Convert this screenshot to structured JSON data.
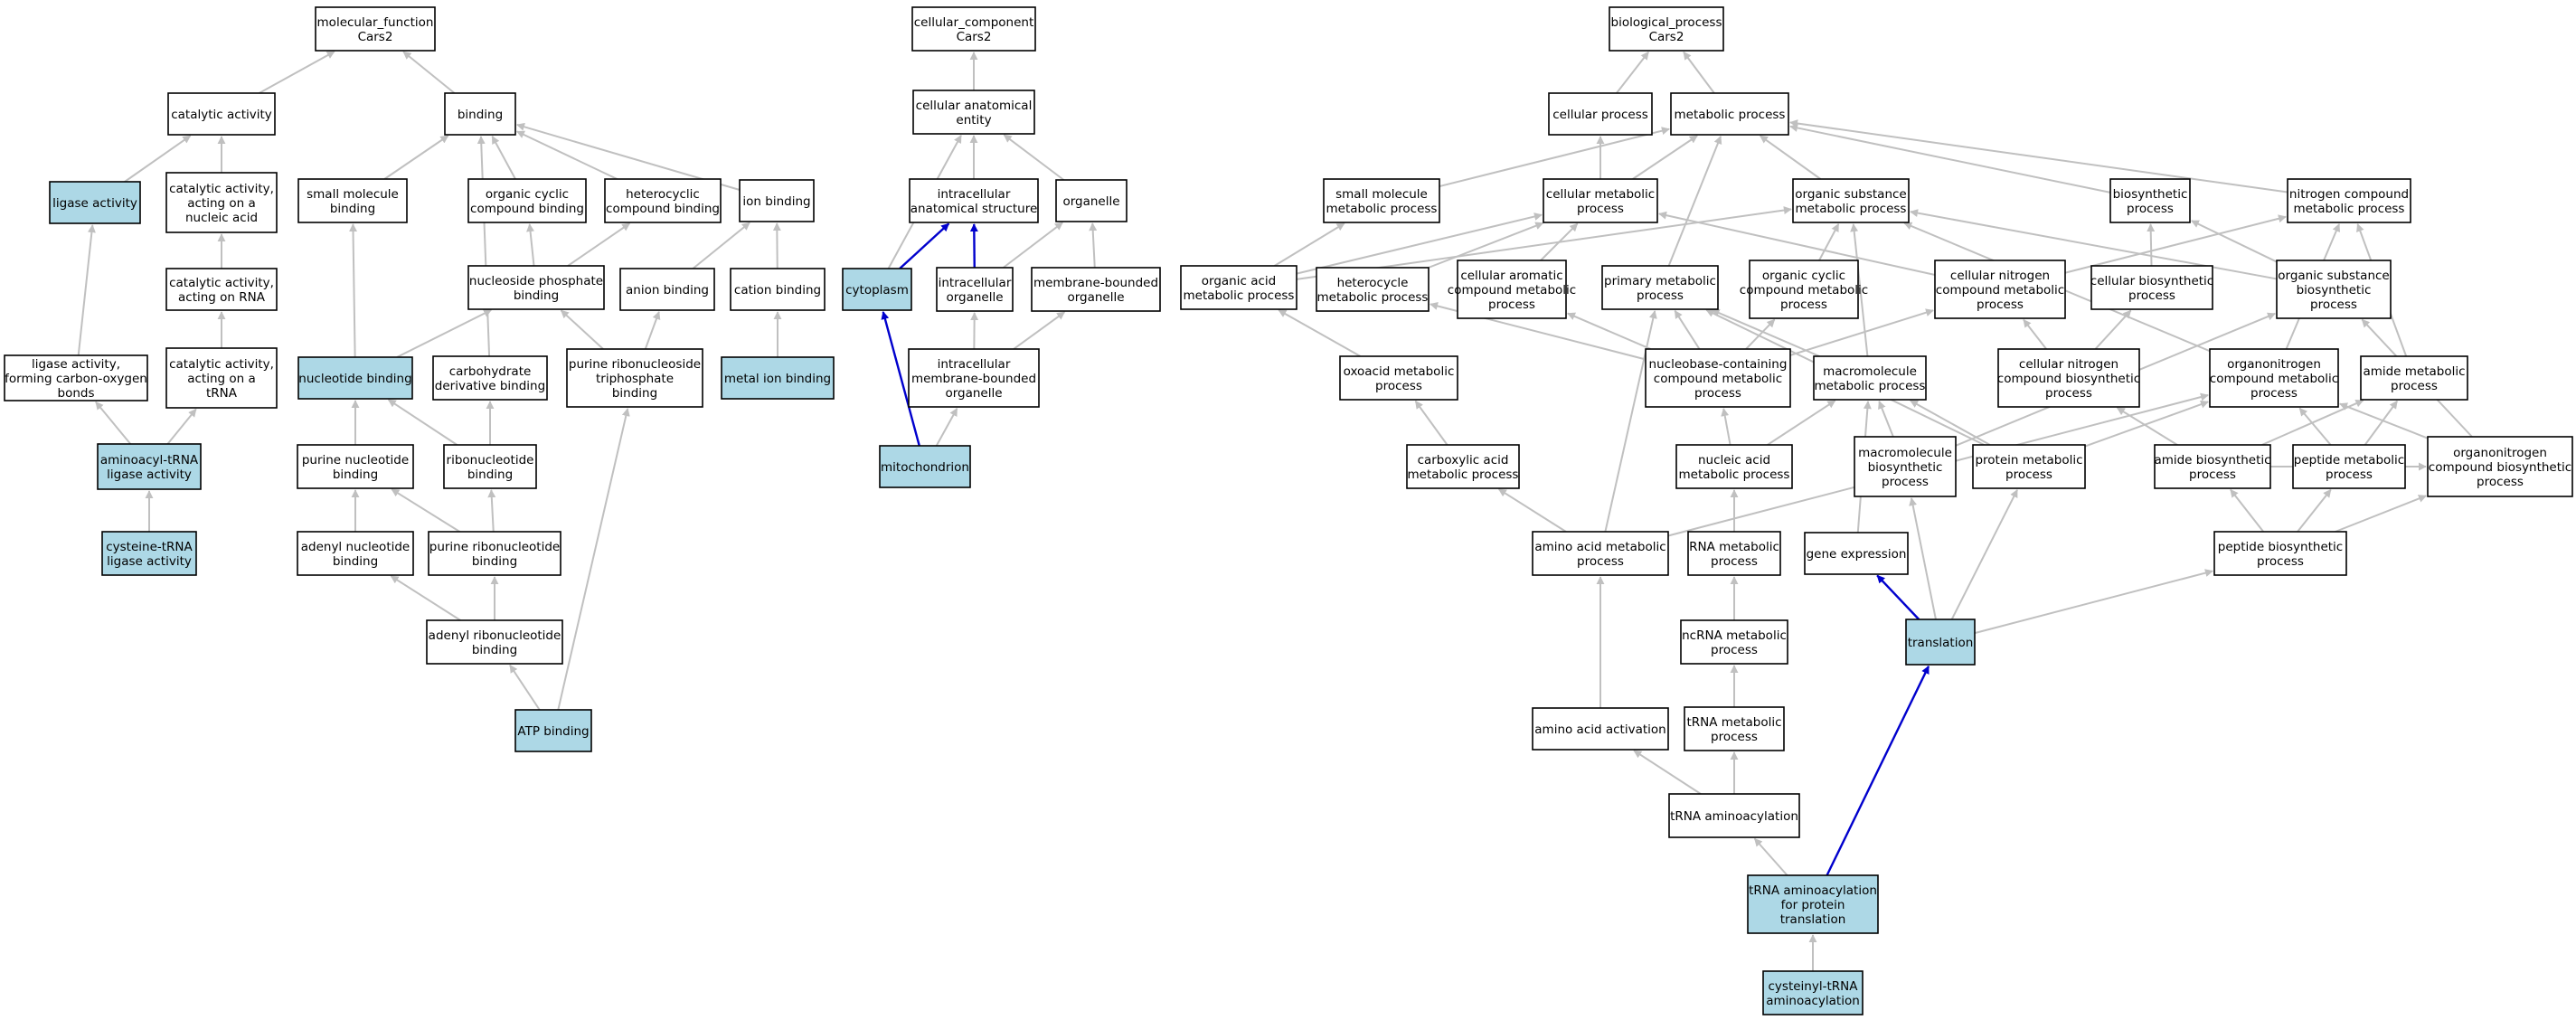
{
  "colors": {
    "highlight_fill": "#add8e6",
    "highlight_edge": "#0000cd",
    "edge": "#c0c0c0"
  },
  "nodes": [
    {
      "id": "mf",
      "lines": [
        "molecular_function",
        "Cars2"
      ]
    },
    {
      "id": "catalytic",
      "lines": [
        "catalytic activity"
      ]
    },
    {
      "id": "binding",
      "lines": [
        "binding"
      ]
    },
    {
      "id": "ligase",
      "lines": [
        "ligase activity"
      ],
      "hl": true
    },
    {
      "id": "cat_na",
      "lines": [
        "catalytic activity,",
        "acting on a",
        "nucleic acid"
      ]
    },
    {
      "id": "cat_rna",
      "lines": [
        "catalytic activity,",
        "acting on RNA"
      ]
    },
    {
      "id": "lig_co",
      "lines": [
        "ligase activity,",
        "forming carbon-oxygen",
        "bonds"
      ]
    },
    {
      "id": "cat_trna",
      "lines": [
        "catalytic activity,",
        "acting on a",
        "tRNA"
      ]
    },
    {
      "id": "aatrna",
      "lines": [
        "aminoacyl-tRNA",
        "ligase activity"
      ],
      "hl": true
    },
    {
      "id": "cystrna",
      "lines": [
        "cysteine-tRNA",
        "ligase activity"
      ],
      "hl": true
    },
    {
      "id": "smbind",
      "lines": [
        "small molecule",
        "binding"
      ]
    },
    {
      "id": "occb",
      "lines": [
        "organic cyclic",
        "compound binding"
      ]
    },
    {
      "id": "hcb",
      "lines": [
        "heterocyclic",
        "compound binding"
      ]
    },
    {
      "id": "ionbind",
      "lines": [
        "ion binding"
      ]
    },
    {
      "id": "nucphos",
      "lines": [
        "nucleoside phosphate",
        "binding"
      ]
    },
    {
      "id": "anion",
      "lines": [
        "anion binding"
      ]
    },
    {
      "id": "cation",
      "lines": [
        "cation binding"
      ]
    },
    {
      "id": "nucbind",
      "lines": [
        "nucleotide binding"
      ],
      "hl": true
    },
    {
      "id": "carbo",
      "lines": [
        "carbohydrate",
        "derivative binding"
      ]
    },
    {
      "id": "purribtri",
      "lines": [
        "purine ribonucleoside",
        "triphosphate",
        "binding"
      ]
    },
    {
      "id": "metalion",
      "lines": [
        "metal ion binding"
      ],
      "hl": true
    },
    {
      "id": "purnuc",
      "lines": [
        "purine nucleotide",
        "binding"
      ]
    },
    {
      "id": "ribonuc",
      "lines": [
        "ribonucleotide",
        "binding"
      ]
    },
    {
      "id": "adenyl",
      "lines": [
        "adenyl nucleotide",
        "binding"
      ]
    },
    {
      "id": "purribo",
      "lines": [
        "purine ribonucleotide",
        "binding"
      ]
    },
    {
      "id": "adenylribo",
      "lines": [
        "adenyl ribonucleotide",
        "binding"
      ]
    },
    {
      "id": "atp",
      "lines": [
        "ATP binding"
      ],
      "hl": true
    },
    {
      "id": "cc",
      "lines": [
        "cellular_component",
        "Cars2"
      ]
    },
    {
      "id": "cae",
      "lines": [
        "cellular anatomical",
        "entity"
      ]
    },
    {
      "id": "ias",
      "lines": [
        "intracellular",
        "anatomical structure"
      ]
    },
    {
      "id": "organelle",
      "lines": [
        "organelle"
      ]
    },
    {
      "id": "cytoplasm",
      "lines": [
        "cytoplasm"
      ],
      "hl": true
    },
    {
      "id": "intorg",
      "lines": [
        "intracellular",
        "organelle"
      ]
    },
    {
      "id": "mbo",
      "lines": [
        "membrane-bounded",
        "organelle"
      ]
    },
    {
      "id": "imbo",
      "lines": [
        "intracellular",
        "membrane-bounded",
        "organelle"
      ]
    },
    {
      "id": "mito",
      "lines": [
        "mitochondrion"
      ],
      "hl": true
    },
    {
      "id": "bp",
      "lines": [
        "biological_process",
        "Cars2"
      ]
    },
    {
      "id": "cellproc",
      "lines": [
        "cellular process"
      ]
    },
    {
      "id": "metproc",
      "lines": [
        "metabolic process"
      ]
    },
    {
      "id": "smmp",
      "lines": [
        "small molecule",
        "metabolic process"
      ]
    },
    {
      "id": "cmp",
      "lines": [
        "cellular metabolic",
        "process"
      ]
    },
    {
      "id": "osmp",
      "lines": [
        "organic substance",
        "metabolic process"
      ]
    },
    {
      "id": "biosyn",
      "lines": [
        "biosynthetic",
        "process"
      ]
    },
    {
      "id": "ncmp",
      "lines": [
        "nitrogen compound",
        "metabolic process"
      ]
    },
    {
      "id": "oamp",
      "lines": [
        "organic acid",
        "metabolic process"
      ]
    },
    {
      "id": "hetmp",
      "lines": [
        "heterocycle",
        "metabolic process"
      ]
    },
    {
      "id": "camp",
      "lines": [
        "cellular aromatic",
        "compound metabolic",
        "process"
      ]
    },
    {
      "id": "pmp",
      "lines": [
        "primary metabolic",
        "process"
      ]
    },
    {
      "id": "occmp",
      "lines": [
        "organic cyclic",
        "compound metabolic",
        "process"
      ]
    },
    {
      "id": "cncmp",
      "lines": [
        "cellular nitrogen",
        "compound metabolic",
        "process"
      ]
    },
    {
      "id": "cbp",
      "lines": [
        "cellular biosynthetic",
        "process"
      ]
    },
    {
      "id": "osbp",
      "lines": [
        "organic substance",
        "biosynthetic",
        "process"
      ]
    },
    {
      "id": "oxomp",
      "lines": [
        "oxoacid metabolic",
        "process"
      ]
    },
    {
      "id": "nbcmp",
      "lines": [
        "nucleobase-containing",
        "compound metabolic",
        "process"
      ]
    },
    {
      "id": "macromp",
      "lines": [
        "macromolecule",
        "metabolic process"
      ]
    },
    {
      "id": "cncbp",
      "lines": [
        "cellular nitrogen",
        "compound biosynthetic",
        "process"
      ]
    },
    {
      "id": "orgnmp",
      "lines": [
        "organonitrogen",
        "compound metabolic",
        "process"
      ]
    },
    {
      "id": "amidemp",
      "lines": [
        "amide metabolic",
        "process"
      ]
    },
    {
      "id": "carbmp",
      "lines": [
        "carboxylic acid",
        "metabolic process"
      ]
    },
    {
      "id": "namp",
      "lines": [
        "nucleic acid",
        "metabolic process"
      ]
    },
    {
      "id": "macrobp",
      "lines": [
        "macromolecule",
        "biosynthetic",
        "process"
      ]
    },
    {
      "id": "protmp",
      "lines": [
        "protein metabolic",
        "process"
      ]
    },
    {
      "id": "amidebp",
      "lines": [
        "amide biosynthetic",
        "process"
      ]
    },
    {
      "id": "pepmp",
      "lines": [
        "peptide metabolic",
        "process"
      ]
    },
    {
      "id": "orgnbp",
      "lines": [
        "organonitrogen",
        "compound biosynthetic",
        "process"
      ]
    },
    {
      "id": "aamp",
      "lines": [
        "amino acid metabolic",
        "process"
      ]
    },
    {
      "id": "rnamp",
      "lines": [
        "RNA metabolic",
        "process"
      ]
    },
    {
      "id": "geneexp",
      "lines": [
        "gene expression"
      ]
    },
    {
      "id": "pepbp",
      "lines": [
        "peptide biosynthetic",
        "process"
      ]
    },
    {
      "id": "translation",
      "lines": [
        "translation"
      ],
      "hl": true
    },
    {
      "id": "ncrnamp",
      "lines": [
        "ncRNA metabolic",
        "process"
      ]
    },
    {
      "id": "aaact",
      "lines": [
        "amino acid activation"
      ]
    },
    {
      "id": "trnamp",
      "lines": [
        "tRNA metabolic",
        "process"
      ]
    },
    {
      "id": "trnaaa",
      "lines": [
        "tRNA aminoacylation"
      ]
    },
    {
      "id": "trnaaaprot",
      "lines": [
        "tRNA aminoacylation",
        "for protein",
        "translation"
      ],
      "hl": true
    },
    {
      "id": "cystaa",
      "lines": [
        "cysteinyl-tRNA",
        "aminoacylation"
      ],
      "hl": true
    }
  ],
  "edges": [
    [
      "catalytic",
      "mf"
    ],
    [
      "binding",
      "mf"
    ],
    [
      "ligase",
      "catalytic"
    ],
    [
      "cat_na",
      "catalytic"
    ],
    [
      "cat_rna",
      "cat_na"
    ],
    [
      "cat_trna",
      "cat_rna"
    ],
    [
      "lig_co",
      "ligase"
    ],
    [
      "aatrna",
      "lig_co"
    ],
    [
      "aatrna",
      "cat_trna"
    ],
    [
      "cystrna",
      "aatrna"
    ],
    [
      "smbind",
      "binding"
    ],
    [
      "occb",
      "binding"
    ],
    [
      "hcb",
      "binding"
    ],
    [
      "ionbind",
      "binding"
    ],
    [
      "nucphos",
      "occb"
    ],
    [
      "nucphos",
      "hcb"
    ],
    [
      "anion",
      "ionbind"
    ],
    [
      "cation",
      "ionbind"
    ],
    [
      "metalion",
      "cation"
    ],
    [
      "nucbind",
      "smbind"
    ],
    [
      "nucbind",
      "nucphos"
    ],
    [
      "carbo",
      "binding"
    ],
    [
      "purribtri",
      "anion"
    ],
    [
      "purribtri",
      "nucphos"
    ],
    [
      "purnuc",
      "nucbind"
    ],
    [
      "ribonuc",
      "nucbind"
    ],
    [
      "ribonuc",
      "carbo"
    ],
    [
      "adenyl",
      "purnuc"
    ],
    [
      "purribo",
      "purnuc"
    ],
    [
      "purribo",
      "ribonuc"
    ],
    [
      "adenylribo",
      "adenyl"
    ],
    [
      "adenylribo",
      "purribo"
    ],
    [
      "atp",
      "adenylribo"
    ],
    [
      "atp",
      "purribtri"
    ],
    [
      "cae",
      "cc"
    ],
    [
      "ias",
      "cae"
    ],
    [
      "organelle",
      "cae"
    ],
    [
      "cytoplasm",
      "cae"
    ],
    [
      "cytoplasm",
      "ias",
      1
    ],
    [
      "intorg",
      "ias",
      1
    ],
    [
      "intorg",
      "organelle"
    ],
    [
      "mbo",
      "organelle"
    ],
    [
      "imbo",
      "intorg"
    ],
    [
      "imbo",
      "mbo"
    ],
    [
      "mito",
      "cytoplasm",
      1
    ],
    [
      "mito",
      "imbo"
    ],
    [
      "cellproc",
      "bp"
    ],
    [
      "metproc",
      "bp"
    ],
    [
      "smmp",
      "metproc"
    ],
    [
      "cmp",
      "cellproc"
    ],
    [
      "cmp",
      "metproc"
    ],
    [
      "osmp",
      "metproc"
    ],
    [
      "biosyn",
      "metproc"
    ],
    [
      "ncmp",
      "metproc"
    ],
    [
      "oamp",
      "smmp"
    ],
    [
      "oamp",
      "cmp"
    ],
    [
      "oamp",
      "osmp"
    ],
    [
      "hetmp",
      "cmp"
    ],
    [
      "camp",
      "cmp"
    ],
    [
      "pmp",
      "metproc"
    ],
    [
      "occmp",
      "osmp"
    ],
    [
      "cncmp",
      "cmp"
    ],
    [
      "cncmp",
      "ncmp"
    ],
    [
      "cbp",
      "biosyn"
    ],
    [
      "osbp",
      "osmp"
    ],
    [
      "osbp",
      "biosyn"
    ],
    [
      "oxomp",
      "oamp"
    ],
    [
      "nbcmp",
      "hetmp"
    ],
    [
      "nbcmp",
      "camp"
    ],
    [
      "nbcmp",
      "occmp"
    ],
    [
      "nbcmp",
      "cncmp"
    ],
    [
      "nbcmp",
      "pmp"
    ],
    [
      "macromp",
      "osmp"
    ],
    [
      "macromp",
      "pmp"
    ],
    [
      "cncbp",
      "cncmp"
    ],
    [
      "cncbp",
      "cbp"
    ],
    [
      "orgnmp",
      "osmp"
    ],
    [
      "orgnmp",
      "ncmp"
    ],
    [
      "amidemp",
      "ncmp"
    ],
    [
      "carbmp",
      "oxomp"
    ],
    [
      "namp",
      "nbcmp"
    ],
    [
      "namp",
      "macromp"
    ],
    [
      "macrobp",
      "macromp"
    ],
    [
      "macrobp",
      "osbp"
    ],
    [
      "protmp",
      "pmp"
    ],
    [
      "protmp",
      "macromp"
    ],
    [
      "protmp",
      "orgnmp"
    ],
    [
      "amidebp",
      "amidemp"
    ],
    [
      "amidebp",
      "orgnbp"
    ],
    [
      "amidebp",
      "cncbp"
    ],
    [
      "pepmp",
      "amidemp"
    ],
    [
      "pepmp",
      "orgnmp"
    ],
    [
      "orgnbp",
      "orgnmp"
    ],
    [
      "orgnbp",
      "osbp"
    ],
    [
      "aamp",
      "carbmp"
    ],
    [
      "aamp",
      "pmp"
    ],
    [
      "aamp",
      "orgnmp"
    ],
    [
      "rnamp",
      "namp"
    ],
    [
      "geneexp",
      "macromp"
    ],
    [
      "pepbp",
      "amidebp"
    ],
    [
      "pepbp",
      "pepmp"
    ],
    [
      "pepbp",
      "orgnbp"
    ],
    [
      "translation",
      "geneexp",
      1
    ],
    [
      "translation",
      "macrobp"
    ],
    [
      "translation",
      "protmp"
    ],
    [
      "translation",
      "pepbp"
    ],
    [
      "ncrnamp",
      "rnamp"
    ],
    [
      "aaact",
      "aamp"
    ],
    [
      "trnamp",
      "ncrnamp"
    ],
    [
      "trnaaa",
      "aaact"
    ],
    [
      "trnaaa",
      "trnamp"
    ],
    [
      "trnaaaprot",
      "trnaaa"
    ],
    [
      "trnaaaprot",
      "translation",
      1
    ],
    [
      "cystaa",
      "trnaaaprot"
    ]
  ]
}
